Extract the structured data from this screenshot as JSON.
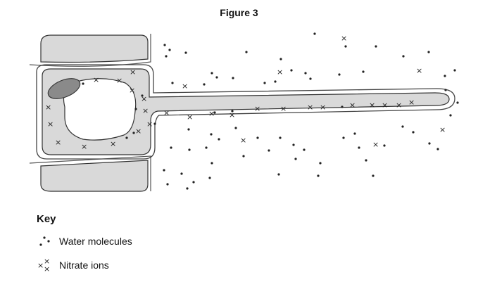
{
  "figure": {
    "title": "Figure 3"
  },
  "key": {
    "title": "Key",
    "items": [
      {
        "symbol": "dots",
        "label": "Water molecules"
      },
      {
        "symbol": "crosses",
        "label": "Nitrate ions"
      }
    ]
  },
  "colors": {
    "cytoplasm": "#d9d9d9",
    "nucleus": "#8a8a8a",
    "cell-wall": "#cfcfcf",
    "outline": "#333333"
  }
}
